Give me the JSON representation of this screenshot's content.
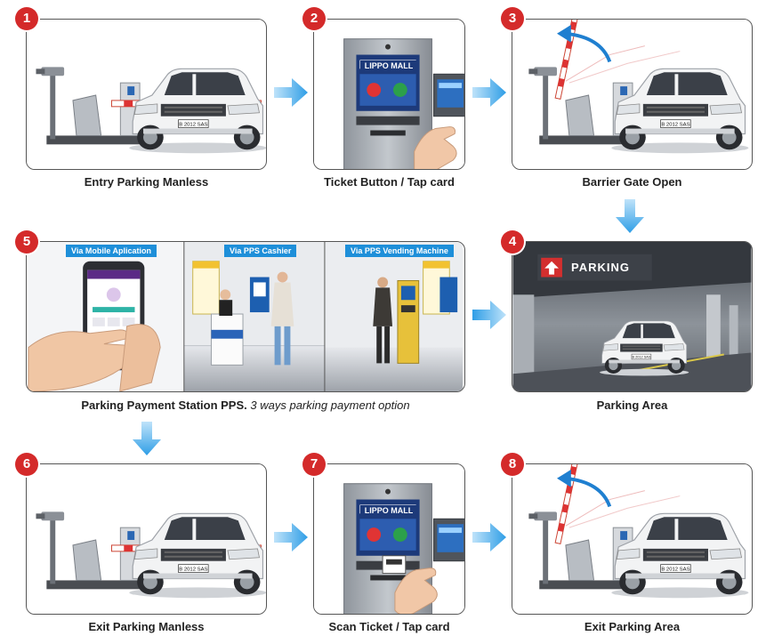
{
  "steps": [
    {
      "number": "1",
      "label": "Entry Parking Manless"
    },
    {
      "number": "2",
      "label": "Ticket Button / Tap card"
    },
    {
      "number": "3",
      "label": "Barrier Gate Open"
    },
    {
      "number": "4",
      "label": "Parking Area"
    },
    {
      "number": "5",
      "label": "Parking Payment Station PPS.",
      "label_suffix": "3 ways parking payment option"
    },
    {
      "number": "6",
      "label": "Exit Parking Manless"
    },
    {
      "number": "7",
      "label": "Scan Ticket / Tap card"
    },
    {
      "number": "8",
      "label": "Exit Parking Area"
    }
  ],
  "payment_options": [
    "Via Mobile Aplication",
    "Via PPS Cashier",
    "Via PPS Vending Machine"
  ],
  "parking_sign": "PARKING",
  "kiosk_brand": "LIPPO MALL",
  "colors": {
    "badge": "#d42a2a",
    "arrow": "#3aa8e8",
    "tag": "#1e8fd9"
  }
}
